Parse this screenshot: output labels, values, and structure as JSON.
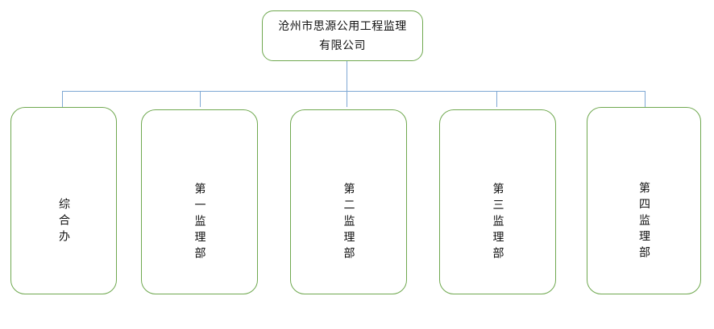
{
  "chart_data": {
    "type": "diagram",
    "diagram_kind": "organization-chart",
    "title": "",
    "colors": {
      "node_border": "#6fa84f",
      "node_fill": "#ffffff",
      "connector": "#7fa8d4",
      "text": "#111111",
      "background": "#ffffff"
    },
    "root": {
      "id": "root",
      "label": "沧州市思源公用工程监理\n有限公司",
      "label_lines": [
        "沧州市思源公用工程监理",
        "有限公司"
      ],
      "text_orientation": "horizontal"
    },
    "children": [
      {
        "id": "child-1",
        "label": "综合办",
        "text_orientation": "vertical"
      },
      {
        "id": "child-2",
        "label": "第一监理部",
        "text_orientation": "vertical"
      },
      {
        "id": "child-3",
        "label": "第二监理部",
        "text_orientation": "vertical"
      },
      {
        "id": "child-4",
        "label": "第三监理部",
        "text_orientation": "vertical"
      },
      {
        "id": "child-5",
        "label": "第四监理部",
        "text_orientation": "vertical"
      }
    ],
    "edges": [
      {
        "from": "root",
        "to": "child-1"
      },
      {
        "from": "root",
        "to": "child-2"
      },
      {
        "from": "root",
        "to": "child-3"
      },
      {
        "from": "root",
        "to": "child-4"
      },
      {
        "from": "root",
        "to": "child-5"
      }
    ]
  }
}
